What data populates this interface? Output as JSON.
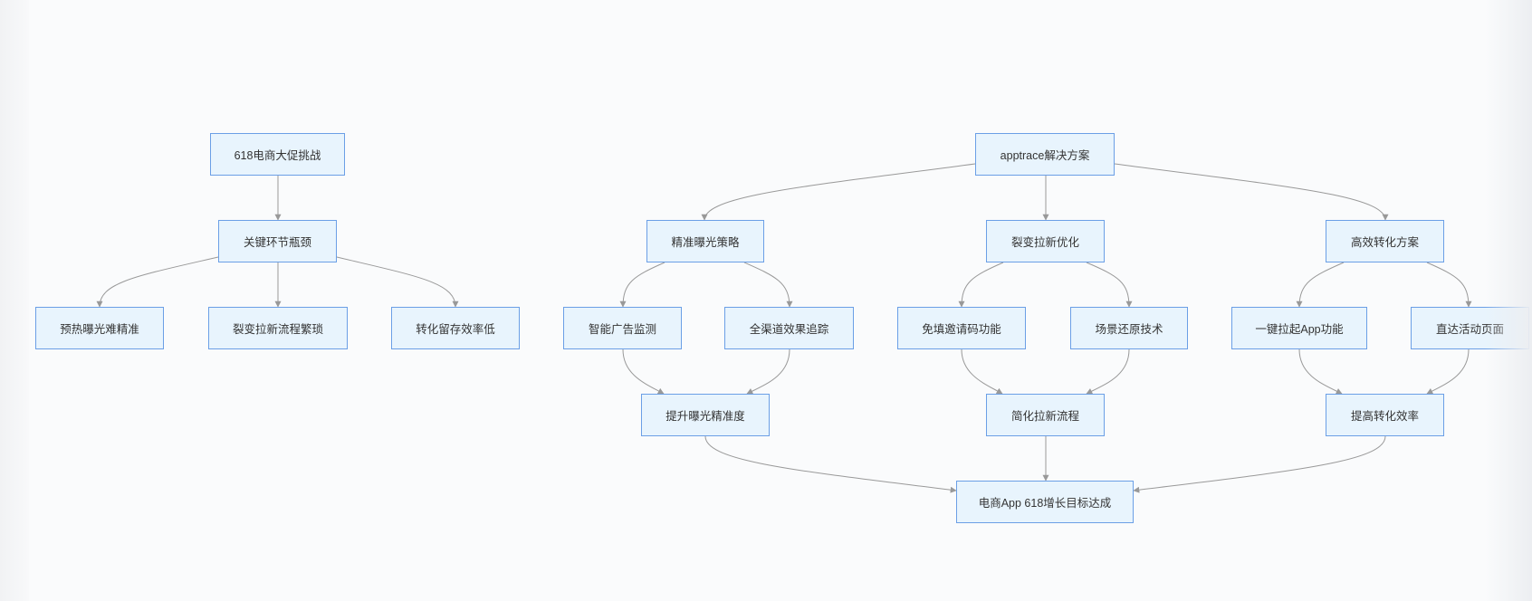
{
  "nodes": {
    "challenge": "618电商大促挑战",
    "bottleneck": "关键环节瓶颈",
    "preheat": "预热曝光难精准",
    "fission_complex": "裂变拉新流程繁琐",
    "conversion_low": "转化留存效率低",
    "solution": "apptrace解决方案",
    "precise_exposure": "精准曝光策略",
    "fission_opt": "裂变拉新优化",
    "efficient_conv": "高效转化方案",
    "smart_ad": "智能广告监测",
    "full_channel": "全渠道效果追踪",
    "no_invite_code": "免填邀请码功能",
    "scene_restore": "场景还原技术",
    "one_click_app": "一键拉起App功能",
    "direct_page": "直达活动页面",
    "improve_precision": "提升曝光精准度",
    "simplify_flow": "简化拉新流程",
    "improve_conv": "提高转化效率",
    "goal": "电商App 618增长目标达成"
  },
  "colors": {
    "node_fill": "#e8f4fd",
    "node_border": "#6b9fe6",
    "edge": "#999999",
    "background": "#fafbfc"
  }
}
